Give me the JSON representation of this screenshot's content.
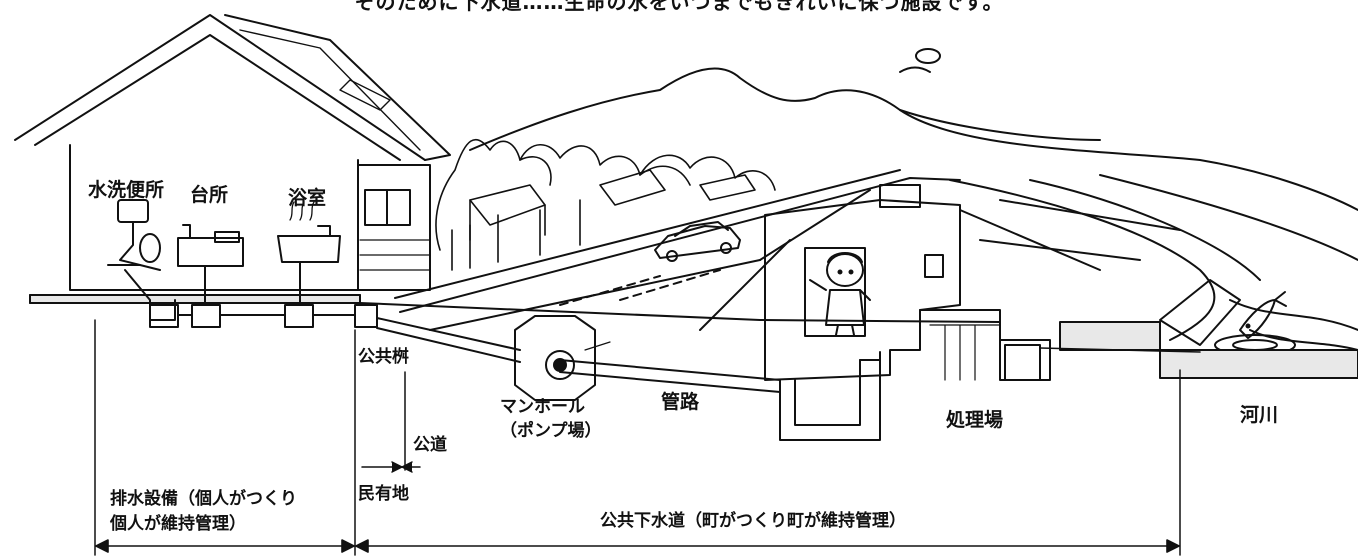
{
  "caption": "そのために下水道……生命の水をいつまでもきれいに保つ施設です。",
  "labels": {
    "toilet": "水洗便所",
    "kitchen": "台所",
    "bath": "浴室",
    "public_basin": "公共桝",
    "manhole_line1": "マンホール",
    "manhole_line2": "（ポンプ場）",
    "pipe": "管路",
    "treatment": "処理場",
    "river": "河川",
    "public_road": "公道",
    "private_land": "民有地",
    "drainage_line1": "排水設備（個人がつくり",
    "drainage_line2": "個人が維持管理）",
    "public_sewer": "公共下水道（町がつくり町が維持管理）"
  },
  "colors": {
    "ink": "#111111",
    "paper": "#ffffff",
    "shade": "#e8e8e8"
  },
  "icons": [
    "house",
    "toilet",
    "sink",
    "bathtub",
    "manhole",
    "car",
    "treatment-plant",
    "worker",
    "fish",
    "mountains",
    "trees"
  ]
}
